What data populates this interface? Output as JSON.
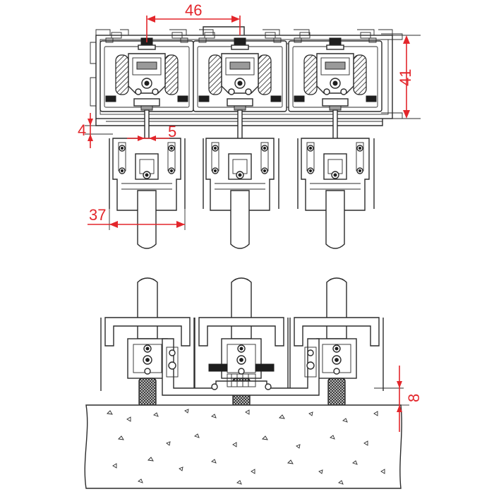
{
  "diagram": {
    "dimensions": {
      "d46": "46",
      "d41": "41",
      "d4": "4",
      "d5": "5",
      "d37": "37",
      "d8": "8"
    },
    "colors": {
      "dimension": "#e3262b",
      "outline": "#2b2b2b",
      "background": "#ffffff"
    },
    "views": [
      "top-section",
      "bottom-section"
    ],
    "carriage_count_top": 3,
    "carriage_count_bottom": 3
  }
}
